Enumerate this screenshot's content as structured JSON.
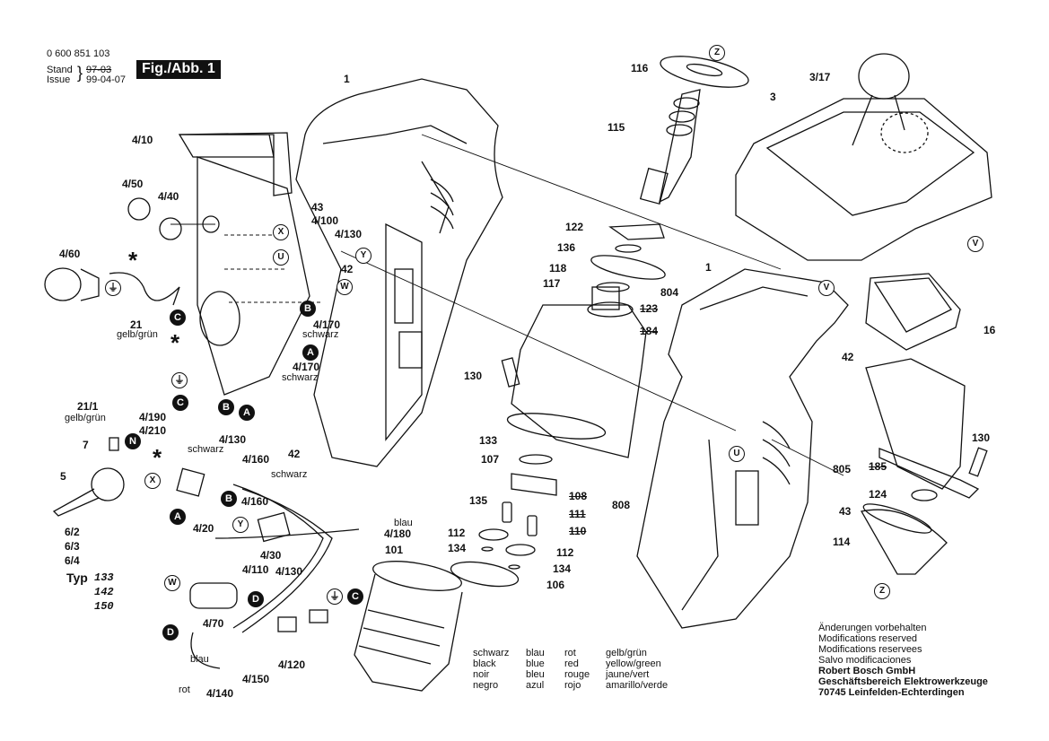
{
  "header": {
    "part_number": "0 600 851 103",
    "stand_label": "Stand",
    "issue_label": "Issue",
    "stand_date_struck": "97-03",
    "issue_date": "99-04-07",
    "figure_label": "Fig./Abb. 1"
  },
  "part_labels": {
    "p1_top": "1",
    "p1_mid": "1",
    "p3": "3",
    "p3_17": "3/17",
    "p4_10": "4/10",
    "p4_50": "4/50",
    "p4_40": "4/40",
    "p4_60": "4/60",
    "p21": "21",
    "p21_color": "gelb/grün",
    "p43_top": "43",
    "p4_100": "4/100",
    "p4_130_top": "4/130",
    "p42_left": "42",
    "p4_170_a": "4/170",
    "p4_170_a_color": "schwarz",
    "p4_170_b": "4/170",
    "p4_170_b_color": "schwarz",
    "p21_1": "21/1",
    "p21_1_color": "gelb/grün",
    "p4_190": "4/190",
    "p4_210": "4/210",
    "p_schwarz_1": "schwarz",
    "p4_130_mid": "4/130",
    "p7": "7",
    "p5": "5",
    "p6_2": "6/2",
    "p6_3": "6/3",
    "p6_4": "6/4",
    "typ_label": "Typ",
    "typ_values": [
      "133",
      "142",
      "150"
    ],
    "p42_mid": "42",
    "p4_160_a": "4/160",
    "p_schwarz_2": "schwarz",
    "p4_160_b": "4/160",
    "p4_20": "4/20",
    "p4_30": "4/30",
    "p4_110": "4/110",
    "p4_130_low": "4/130",
    "p_blau_1": "blau",
    "p4_180": "4/180",
    "p101": "101",
    "p4_70": "4/70",
    "p4_120": "4/120",
    "p_blau_2": "blau",
    "p4_150": "4/150",
    "p_rot": "rot",
    "p4_140": "4/140",
    "p116": "116",
    "p115": "115",
    "p122": "122",
    "p136": "136",
    "p118": "118",
    "p117": "117",
    "p804": "804",
    "p123_struck": "123",
    "p184_struck": "184",
    "p130_left": "130",
    "p133": "133",
    "p107": "107",
    "p135": "135",
    "p808": "808",
    "p108_struck": "108",
    "p111_struck": "111",
    "p110_struck": "110",
    "p112_a": "112",
    "p112_b": "112",
    "p134_a": "134",
    "p134_b": "134",
    "p106": "106",
    "p16": "16",
    "p42_right": "42",
    "p130_right": "130",
    "p805": "805",
    "p185_struck": "185",
    "p124": "124",
    "p43_right": "43",
    "p114": "114"
  },
  "reference_markers": {
    "X": "X",
    "Y": "Y",
    "U": "U",
    "W": "W",
    "V": "V",
    "Z": "Z",
    "A": "A",
    "B": "B",
    "C": "C",
    "D": "D",
    "N": "N"
  },
  "color_legend": {
    "rows": [
      [
        "schwarz",
        "blau",
        "rot",
        "gelb/grün"
      ],
      [
        "black",
        "blue",
        "red",
        "yellow/green"
      ],
      [
        "noir",
        "bleu",
        "rouge",
        "jaune/vert"
      ],
      [
        "negro",
        "azul",
        "rojo",
        "amarillo/verde"
      ]
    ]
  },
  "footer": {
    "lines": [
      "Änderungen vorbehalten",
      "Modifications reserved",
      "Modifications reservees",
      "Salvo modificaciones"
    ],
    "company": "Robert Bosch GmbH",
    "division": "Geschäftsbereich Elektrowerkzeuge",
    "address": "70745 Leinfelden-Echterdingen"
  }
}
